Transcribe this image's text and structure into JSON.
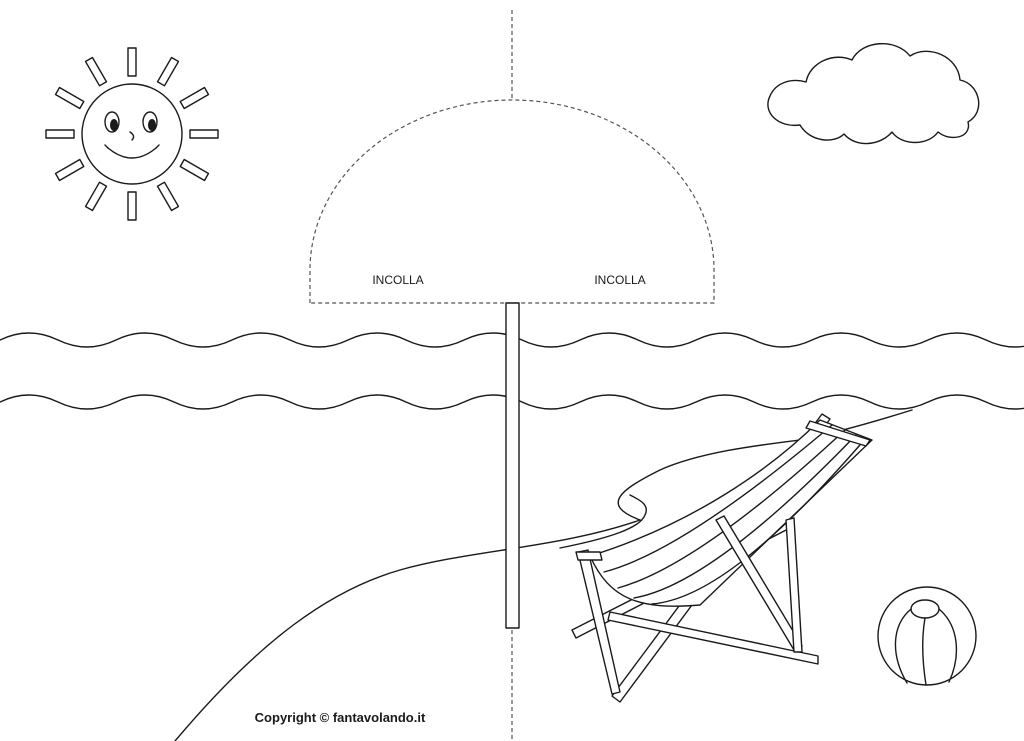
{
  "labels": {
    "glue_left": "INCOLLA",
    "glue_right": "INCOLLA"
  },
  "footer": {
    "copyright": "Copyright © fantavolando.it"
  },
  "icons": [
    "sun-icon",
    "cloud-icon",
    "umbrella-icon",
    "deck-chair-icon",
    "beach-ball-icon"
  ],
  "colors": {
    "stroke": "#1a1a1a",
    "background": "#ffffff"
  }
}
